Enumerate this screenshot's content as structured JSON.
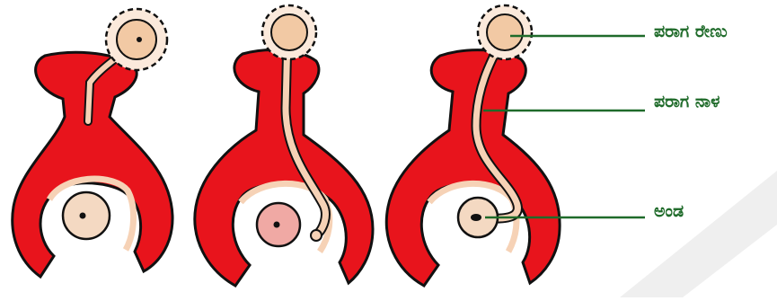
{
  "labels": {
    "pollen_grain": "ಪರಾಗ ರೇಣು",
    "pollen_tube": "ಪರಾಗ ನಾಳ",
    "ovule": "ಅಂಡ"
  },
  "colors": {
    "pistil": "#e8141c",
    "outline": "#111111",
    "tube": "#f6d2b6",
    "grain_body": "#f2c9a4",
    "grain_spikes": "#fbe9db",
    "ovule": "#f4d9c2",
    "ovule_center": "#f0a9a4",
    "pointer_line": "#1f6b2a",
    "label_text": "#1f6b2a",
    "watermark": "#e6e6e6"
  }
}
